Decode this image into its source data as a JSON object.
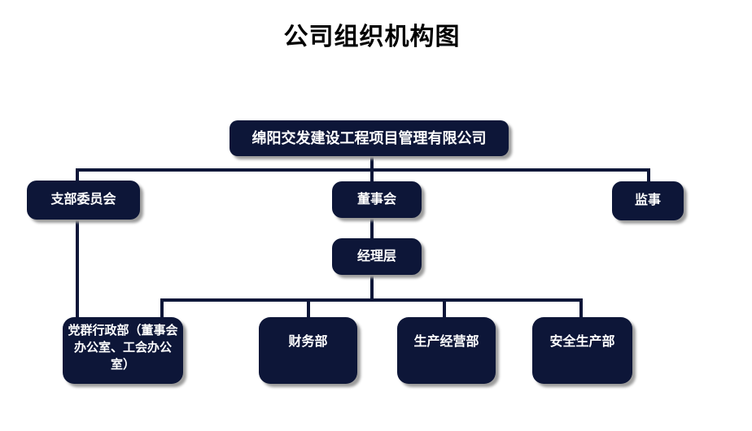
{
  "title": "公司组织机构图",
  "colors": {
    "box_fill": "#0d1638",
    "connector": "#0d1638",
    "box_text": "#ffffff",
    "shadow": "#9c9c9c",
    "background": "#ffffff",
    "title_text": "#000000"
  },
  "nodes": {
    "company": "绵阳交发建设工程项目管理有限公司",
    "branch_committee": "支部委员会",
    "board": "董事会",
    "supervisor": "监事",
    "management": "经理层",
    "party_admin": "党群行政部（董事会办公室、工会办公室）",
    "finance": "财务部",
    "production": "生产经营部",
    "safety": "安全生产部"
  },
  "hierarchy": {
    "root": "company",
    "edges": [
      {
        "from": "company",
        "to": "branch_committee"
      },
      {
        "from": "company",
        "to": "board"
      },
      {
        "from": "company",
        "to": "supervisor"
      },
      {
        "from": "board",
        "to": "management"
      },
      {
        "from": "branch_committee",
        "to": "party_admin"
      },
      {
        "from": "management",
        "to": "party_admin"
      },
      {
        "from": "management",
        "to": "finance"
      },
      {
        "from": "management",
        "to": "production"
      },
      {
        "from": "management",
        "to": "safety"
      }
    ]
  }
}
